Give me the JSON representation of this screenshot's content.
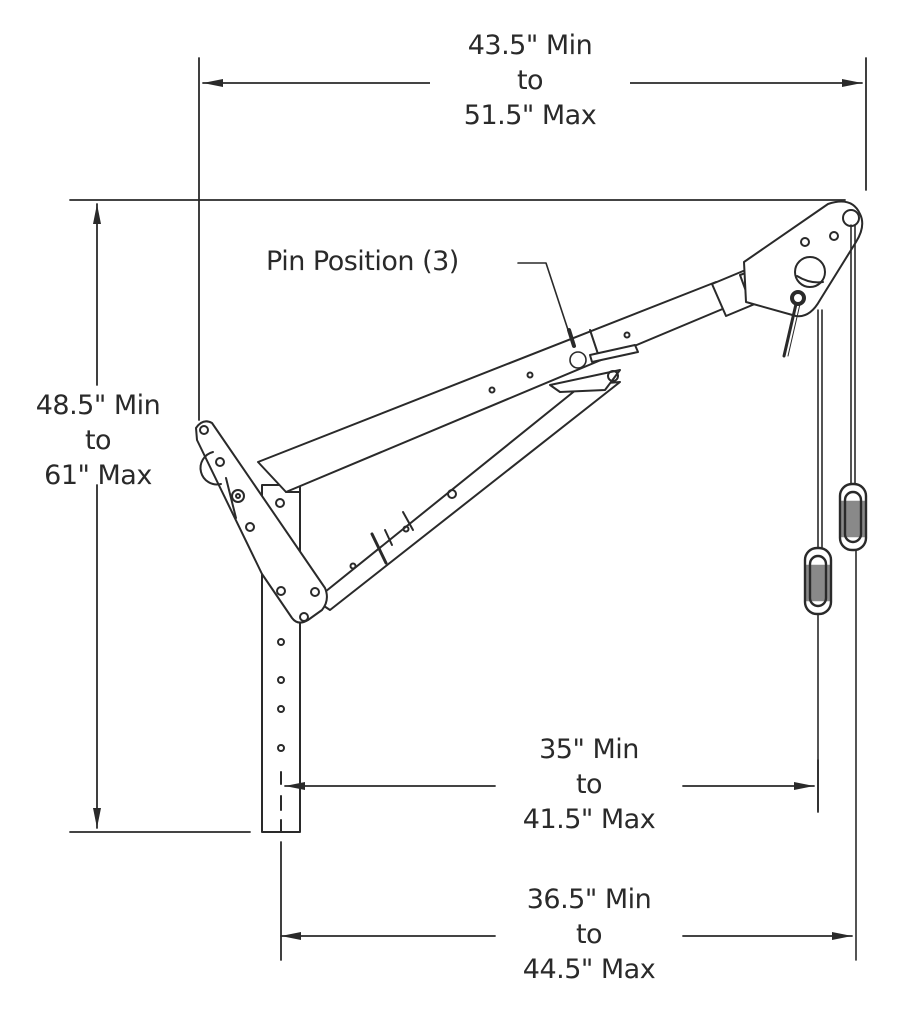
{
  "diagram": {
    "subject": "Davit arm side elevation with dimensions",
    "colors": {
      "line": "#2a2a2a",
      "background": "#ffffff"
    },
    "dimensions": {
      "top_overall_reach": {
        "min": "43.5\" Min",
        "to": "to",
        "max": "51.5\" Max"
      },
      "overall_height": {
        "min": "48.5\" Min",
        "to": "to",
        "max": "61\" Max"
      },
      "inner_reach": {
        "min": "35\" Min",
        "to": "to",
        "max": "41.5\" Max"
      },
      "outer_reach": {
        "min": "36.5\" Min",
        "to": "to",
        "max": "44.5\" Max"
      }
    },
    "callouts": {
      "pin_position": "Pin Position (3)"
    },
    "components": [
      "mast",
      "mast-head-plate",
      "boom",
      "boom-extension",
      "brace-strut",
      "boom-head-plate",
      "cable-left",
      "cable-right",
      "snap-hook-left",
      "snap-hook-right"
    ]
  }
}
